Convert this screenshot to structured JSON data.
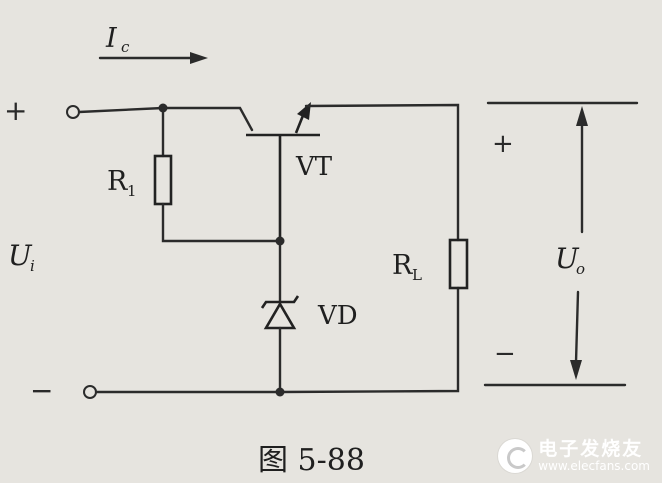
{
  "labels": {
    "current": "I",
    "current_sub": "c",
    "input_voltage": "U",
    "input_voltage_sub": "i",
    "output_voltage": "U",
    "output_voltage_sub": "o",
    "resistor_1": "R",
    "resistor_1_sub": "1",
    "load_resistor": "R",
    "load_resistor_sub": "L",
    "transistor": "VT",
    "zener_diode": "VD",
    "plus_in": "+",
    "minus_in": "−",
    "plus_out": "+",
    "minus_out": "−"
  },
  "caption": "图 5-88",
  "watermark": {
    "name": "电子发烧友",
    "url": "www.elecfans.com"
  }
}
